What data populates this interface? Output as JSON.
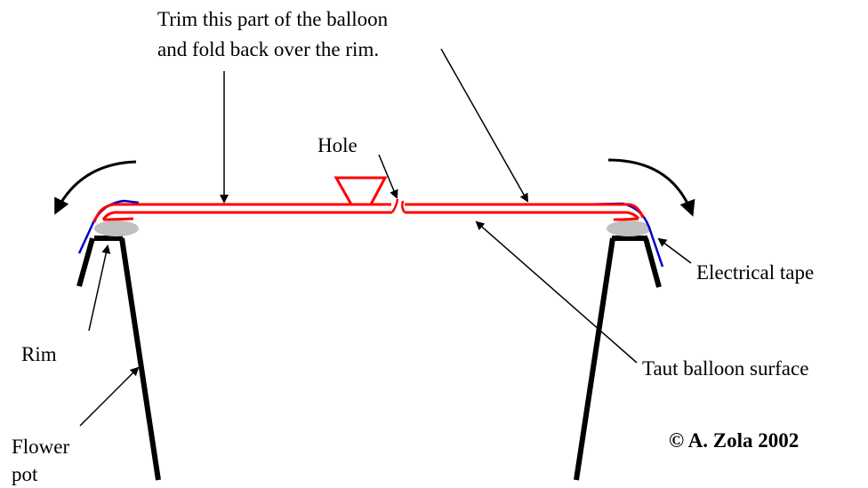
{
  "labels": {
    "trim_line1": "Trim this part of the balloon",
    "trim_line2": "and fold back over the rim.",
    "hole": "Hole",
    "electrical_tape": "Electrical tape",
    "rim": "Rim",
    "taut_surface": "Taut balloon surface",
    "flower_line1": "Flower",
    "flower_line2": "pot",
    "copyright": "© A. Zola 2002"
  },
  "colors": {
    "balloon": "#ff0000",
    "tape": "#0000cc",
    "rim": "#c0c0c0",
    "pot": "#000000"
  }
}
